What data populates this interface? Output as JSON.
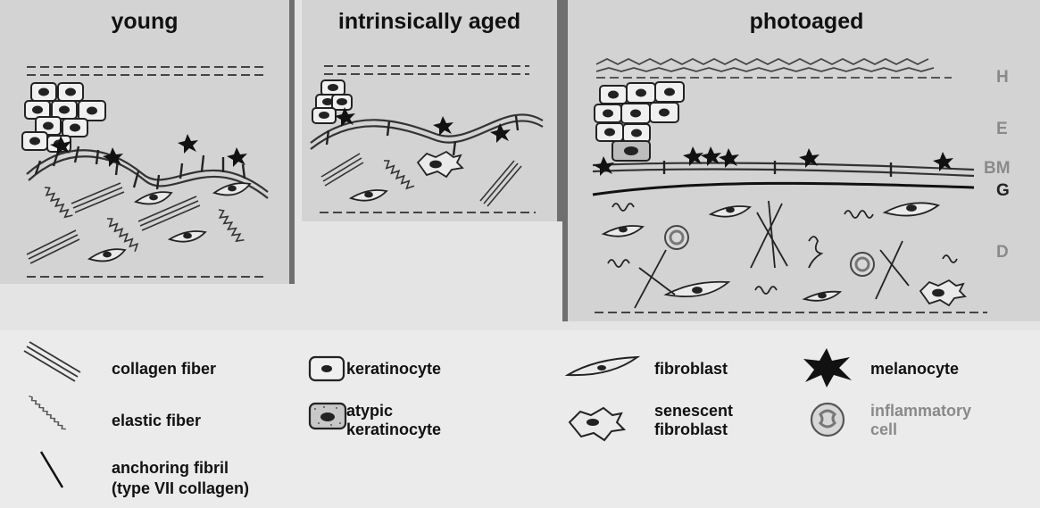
{
  "panels": {
    "young": {
      "title": "young"
    },
    "aged": {
      "title": "intrinsically aged"
    },
    "photo": {
      "title": "photoaged"
    }
  },
  "layers": {
    "h": "H",
    "e": "E",
    "bm": "BM",
    "g": "G",
    "d": "D"
  },
  "legend": {
    "collagen": "collagen fiber",
    "elastic": "elastic fiber",
    "anchoring_line1": "anchoring fibril",
    "anchoring_line2": "(type VII collagen)",
    "keratinocyte": "keratinocyte",
    "atypic_line1": "atypic",
    "atypic_line2": "keratinocyte",
    "fibroblast": "fibroblast",
    "senescent_line1": "senescent",
    "senescent_line2": "fibroblast",
    "melanocyte": "melanocyte",
    "inflammatory_line1": "inflammatory",
    "inflammatory_line2": "cell"
  },
  "colors": {
    "panel_bg": "#d3d3d3",
    "divider": "#6f6f6f",
    "ink": "#222222",
    "layer_label": "#8a8a8a"
  }
}
